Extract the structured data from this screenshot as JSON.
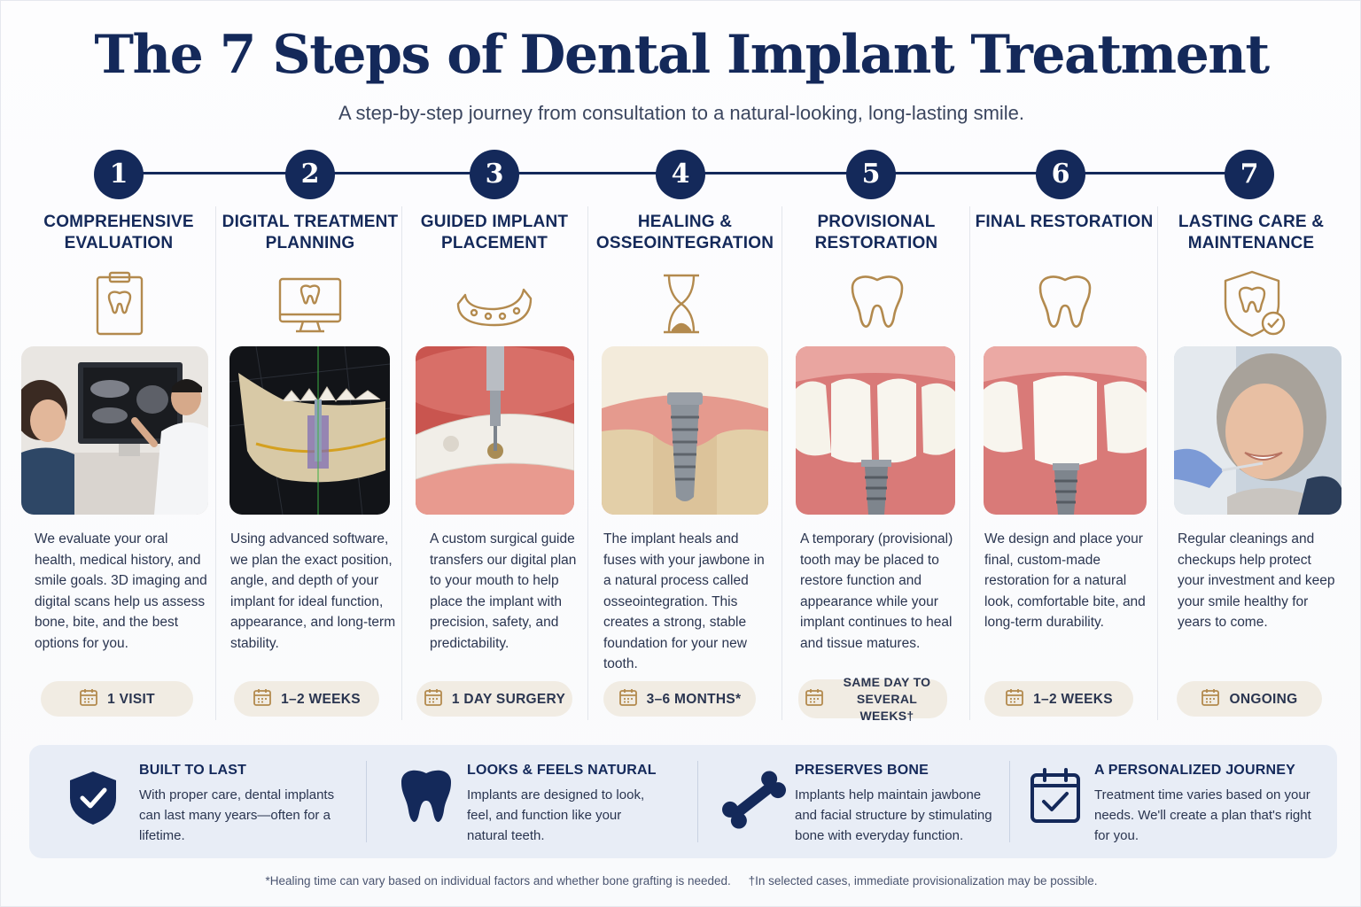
{
  "header": {
    "title": "The 7 Steps of Dental Implant Treatment",
    "subtitle": "A step-by-step journey from consultation to a natural-looking, long-lasting smile."
  },
  "colors": {
    "navy": "#14295a",
    "gold": "#b38a4e",
    "pill_bg": "#f1ece3",
    "panel_bg": "#e8edf6"
  },
  "steps": [
    {
      "number": "1",
      "title": "COMPREHENSIVE EVALUATION",
      "icon": "clipboard-tooth-icon",
      "photo": "dentist-reviewing-scan-photo",
      "description": "We evaluate your oral health, medical history, and smile goals. 3D imaging and digital scans help us assess bone, bite, and the best options for you.",
      "duration": "1 VISIT"
    },
    {
      "number": "2",
      "title": "DIGITAL TREATMENT PLANNING",
      "icon": "monitor-tooth-icon",
      "photo": "3d-jaw-model-photo",
      "description": "Using advanced software, we plan the exact position, angle, and depth of your implant for ideal function, appearance, and long-term stability.",
      "duration": "1–2 WEEKS"
    },
    {
      "number": "3",
      "title": "GUIDED IMPLANT PLACEMENT",
      "icon": "surgical-guide-icon",
      "photo": "guided-drill-photo",
      "description": "A custom surgical guide transfers our digital plan to your mouth to help place the implant with precision, safety, and predictability.",
      "duration": "1 DAY SURGERY"
    },
    {
      "number": "4",
      "title": "HEALING & OSSEOINTEGRATION",
      "icon": "hourglass-icon",
      "photo": "implant-in-bone-photo",
      "description": "The implant heals and fuses with your jawbone in a natural process called osseointegration. This creates a strong, stable foundation for your new tooth.",
      "duration": "3–6 MONTHS*"
    },
    {
      "number": "5",
      "title": "PROVISIONAL RESTORATION",
      "icon": "tooth-icon",
      "photo": "provisional-crown-photo",
      "description": "A temporary (provisional) tooth may be placed to restore function and appearance while your implant continues to heal and tissue matures.",
      "duration": "SAME DAY TO SEVERAL WEEKS†"
    },
    {
      "number": "6",
      "title": "FINAL RESTORATION",
      "icon": "tooth-icon",
      "photo": "final-crown-photo",
      "description": "We design and place your final, custom-made restoration for a natural look, comfortable bite, and long-term durability.",
      "duration": "1–2 WEEKS"
    },
    {
      "number": "7",
      "title": "LASTING CARE & MAINTENANCE",
      "icon": "shield-tooth-check-icon",
      "photo": "smiling-patient-photo",
      "description": "Regular cleanings and checkups help protect your investment and keep your smile healthy for years to come.",
      "duration": "ONGOING"
    }
  ],
  "benefits": [
    {
      "icon": "shield-check-icon",
      "title": "BUILT TO LAST",
      "text": "With proper care, dental implants can last many years—often for a lifetime."
    },
    {
      "icon": "tooth-icon",
      "title": "LOOKS & FEELS NATURAL",
      "text": "Implants are designed to look, feel, and function like your natural teeth."
    },
    {
      "icon": "bone-icon",
      "title": "PRESERVES BONE",
      "text": "Implants help maintain jawbone and facial structure by stimulating bone with everyday function."
    },
    {
      "icon": "calendar-check-icon",
      "title": "A PERSONALIZED JOURNEY",
      "text": "Treatment time varies based on your needs. We'll create a plan that's right for you."
    }
  ],
  "footnotes": {
    "healing": "*Healing time can vary based on individual factors and whether bone grafting is needed.",
    "provisional": "†In selected cases, immediate provisionalization may be possible."
  }
}
